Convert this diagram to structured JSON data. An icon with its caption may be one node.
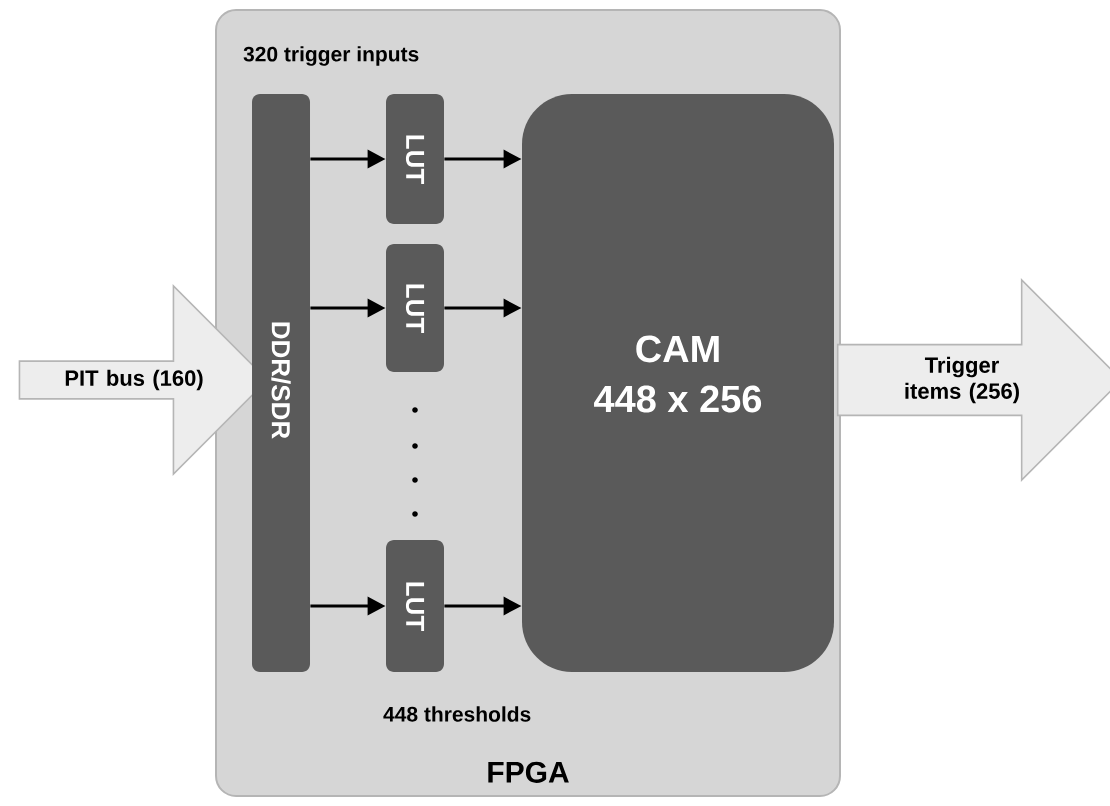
{
  "diagram": {
    "nodes": [
      {
        "text": [
          "FPGA"
        ]
      },
      {
        "text": [
          "PIT bus (160)"
        ]
      },
      {
        "text": [
          "DDR/SDR"
        ],
        "in": 0
      },
      {
        "text": [
          "LUT"
        ],
        "in": 0
      },
      {
        "text": [
          "LUT"
        ],
        "in": 0
      },
      {
        "text": [
          "LUT"
        ],
        "in": 0
      },
      {
        "text": [
          "CAM",
          "448 x 256"
        ],
        "in": 0
      },
      {
        "text": [
          "Trigger items (256)"
        ]
      }
    ],
    "edges": [
      {
        "from": 2,
        "to": 3,
        "arrow": "to"
      },
      {
        "from": 2,
        "to": 4,
        "arrow": "to"
      },
      {
        "from": 2,
        "to": 5,
        "arrow": "to"
      },
      {
        "from": 3,
        "to": 6,
        "arrow": "to"
      },
      {
        "from": 4,
        "to": 6,
        "arrow": "to"
      },
      {
        "from": 5,
        "to": 6,
        "arrow": "to"
      }
    ],
    "labels": [
      "320 trigger inputs",
      "448 thresholds"
    ]
  }
}
